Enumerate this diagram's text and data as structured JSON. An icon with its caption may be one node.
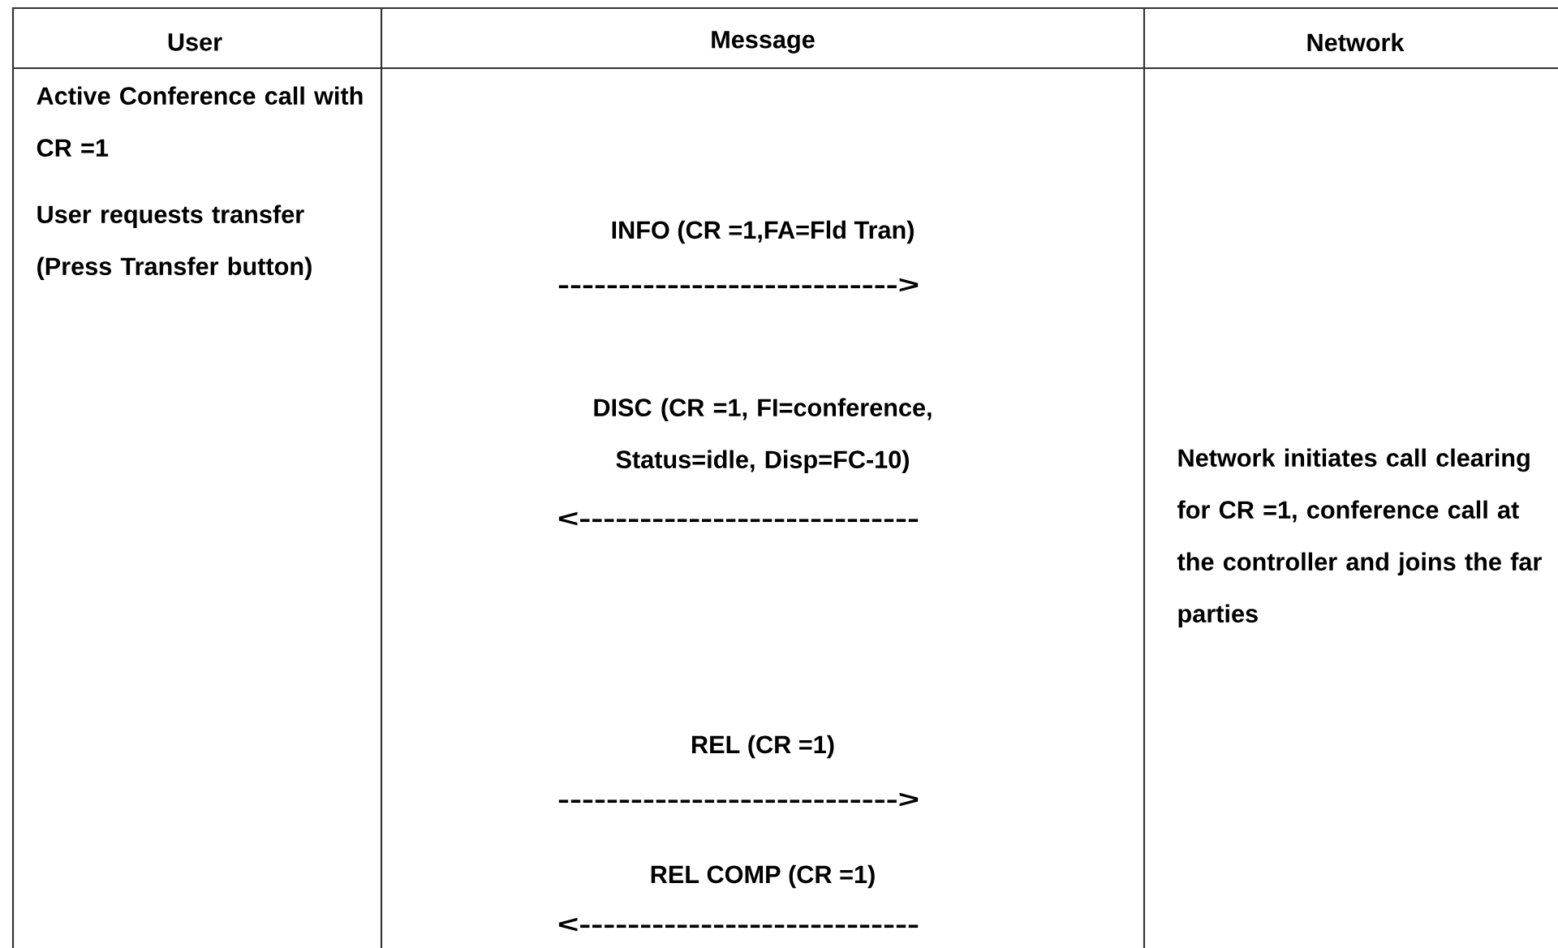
{
  "diagram": {
    "labels": [
      "User",
      "Message",
      "Network",
      "Active Conference call with CR =1",
      "User requests transfer (Press Transfer button)",
      "INFO (CR =1,FA=Fld Tran)",
      "---------------------------->",
      "DISC (CR =1, FI=conference, Status=idle, Disp=FC-10)",
      "<----------------------------",
      "Network initiates call clearing for CR =1, conference call at the controller and joins the far parties",
      "REL (CR =1)",
      "---------------------------->",
      "REL COMP (CR =1)",
      "<----------------------------"
    ]
  }
}
